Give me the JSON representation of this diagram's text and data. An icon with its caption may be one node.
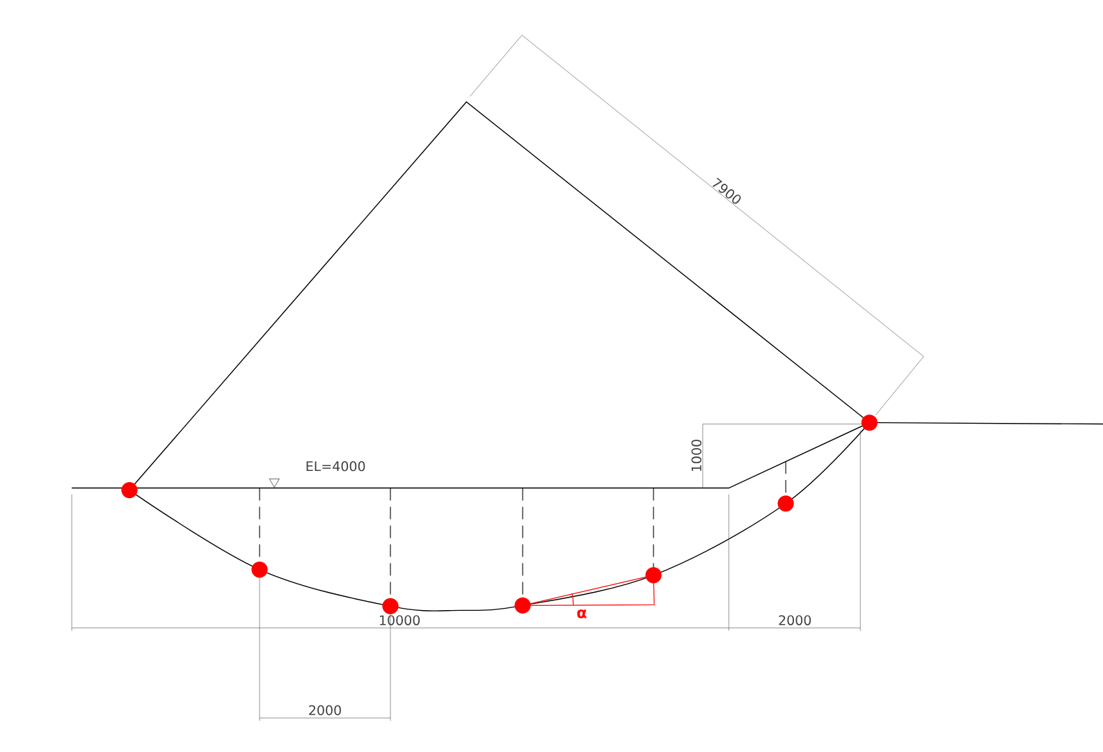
{
  "diagram": {
    "labels": [
      "7900",
      "1000",
      "EL=4000",
      "α",
      "10000",
      "2000",
      "2000"
    ]
  }
}
